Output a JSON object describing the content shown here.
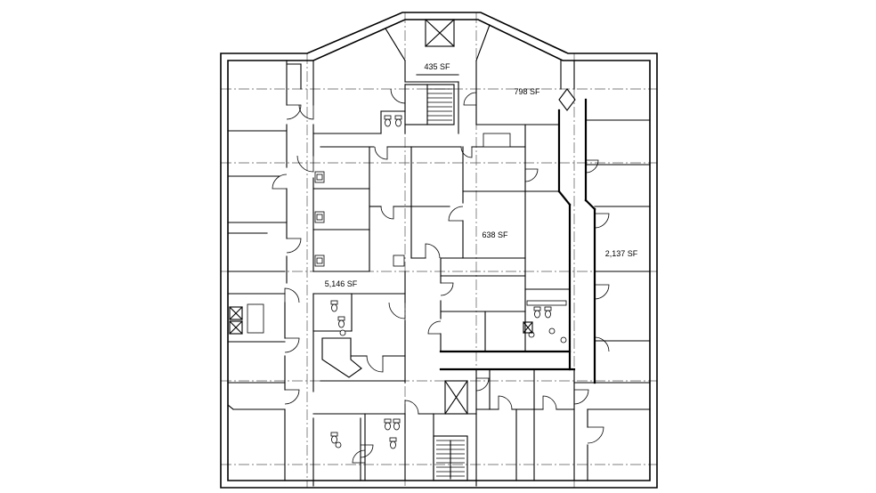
{
  "colors": {
    "background": "#ffffff",
    "lines": "#000000",
    "grid_lines": "#555555"
  },
  "area_labels": [
    "435 SF",
    "798 SF",
    "638 SF",
    "5,146 SF",
    "2,137 SF"
  ]
}
